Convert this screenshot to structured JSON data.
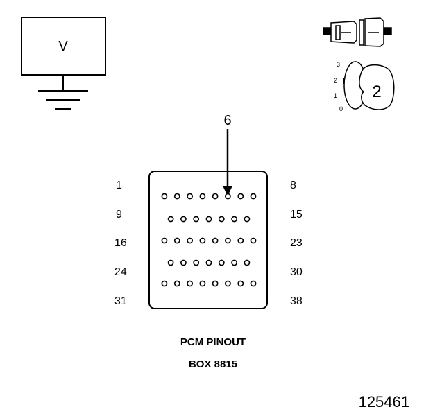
{
  "meter": {
    "label": "V"
  },
  "ignition_key": {
    "positions": [
      "3",
      "2",
      "1",
      "0"
    ],
    "selected": "2"
  },
  "callout": {
    "label": "6"
  },
  "connector": {
    "left_labels": [
      "1",
      "9",
      "16",
      "24",
      "31"
    ],
    "right_labels": [
      "8",
      "15",
      "23",
      "30",
      "38"
    ],
    "pins_per_row": [
      8,
      7,
      8,
      7,
      8
    ],
    "total_pins": 38
  },
  "caption": {
    "line1": "PCM PINOUT",
    "line2": "BOX 8815"
  },
  "figure_number": "125461"
}
